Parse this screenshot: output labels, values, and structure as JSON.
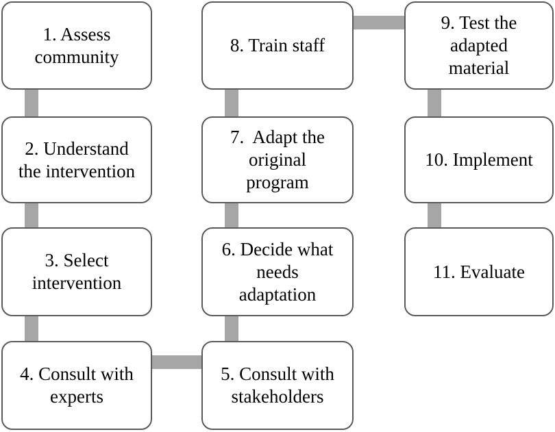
{
  "flowchart": {
    "colors": {
      "connector": "#a6a6a6",
      "box_border": "#595959",
      "box_fill": "#ffffff",
      "text": "#000000"
    },
    "boxes": [
      {
        "id": 1,
        "lines": [
          "1. Assess",
          "community"
        ],
        "col": 0,
        "row": 0
      },
      {
        "id": 2,
        "lines": [
          "2. Understand",
          "the intervention"
        ],
        "col": 0,
        "row": 1
      },
      {
        "id": 3,
        "lines": [
          "3. Select",
          "intervention"
        ],
        "col": 0,
        "row": 2
      },
      {
        "id": 4,
        "lines": [
          "4. Consult with",
          "experts"
        ],
        "col": 0,
        "row": 3
      },
      {
        "id": 5,
        "lines": [
          "5. Consult with",
          "stakeholders"
        ],
        "col": 1,
        "row": 3
      },
      {
        "id": 6,
        "lines": [
          "6. Decide what",
          "needs",
          "adaptation"
        ],
        "col": 1,
        "row": 2
      },
      {
        "id": 7,
        "lines": [
          "7.  Adapt the",
          "original",
          "program"
        ],
        "col": 1,
        "row": 1
      },
      {
        "id": 8,
        "lines": [
          "8. Train staff"
        ],
        "col": 1,
        "row": 0
      },
      {
        "id": 9,
        "lines": [
          "9. Test the",
          "adapted",
          "material"
        ],
        "col": 2,
        "row": 0
      },
      {
        "id": 10,
        "lines": [
          "10. Implement"
        ],
        "col": 2,
        "row": 1
      },
      {
        "id": 11,
        "lines": [
          "11. Evaluate"
        ],
        "col": 2,
        "row": 2
      }
    ],
    "connections": [
      {
        "from": 1,
        "to": 2,
        "type": "vertical"
      },
      {
        "from": 2,
        "to": 3,
        "type": "vertical"
      },
      {
        "from": 3,
        "to": 4,
        "type": "vertical"
      },
      {
        "from": 4,
        "to": 5,
        "type": "horizontal"
      },
      {
        "from": 5,
        "to": 6,
        "type": "vertical"
      },
      {
        "from": 6,
        "to": 7,
        "type": "vertical"
      },
      {
        "from": 7,
        "to": 8,
        "type": "vertical"
      },
      {
        "from": 8,
        "to": 9,
        "type": "horizontal"
      },
      {
        "from": 9,
        "to": 10,
        "type": "vertical"
      },
      {
        "from": 10,
        "to": 11,
        "type": "vertical"
      }
    ]
  }
}
